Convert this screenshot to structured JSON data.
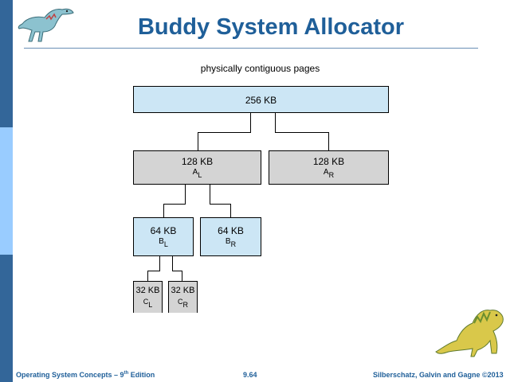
{
  "slide": {
    "title": "Buddy System Allocator",
    "subtitle": "physically contiguous pages"
  },
  "blocks": {
    "root": {
      "size": "256 KB"
    },
    "al": {
      "size": "128 KB",
      "name": "A",
      "sub": "L"
    },
    "ar": {
      "size": "128 KB",
      "name": "A",
      "sub": "R"
    },
    "bl": {
      "size": "64 KB",
      "name": "B",
      "sub": "L"
    },
    "br": {
      "size": "64 KB",
      "name": "B",
      "sub": "R"
    },
    "cl": {
      "size": "32 KB",
      "name": "C",
      "sub": "L"
    },
    "cr": {
      "size": "32 KB",
      "name": "C",
      "sub": "R"
    }
  },
  "footer": {
    "book": "Operating System Concepts – 9",
    "book_sup": "th",
    "book_tail": " Edition",
    "page": "9.64",
    "authors": "Silberschatz, Galvin and Gagne ©2013"
  },
  "colors": {
    "title": "#1f5f99",
    "sidebar_dark": "#336699",
    "sidebar_light": "#99ccff",
    "block_blue": "#cce6f5",
    "block_gray": "#d4d4d4"
  },
  "icons": {
    "top_left": "dinosaur-icon",
    "bottom_right": "dinosaur-icon"
  }
}
